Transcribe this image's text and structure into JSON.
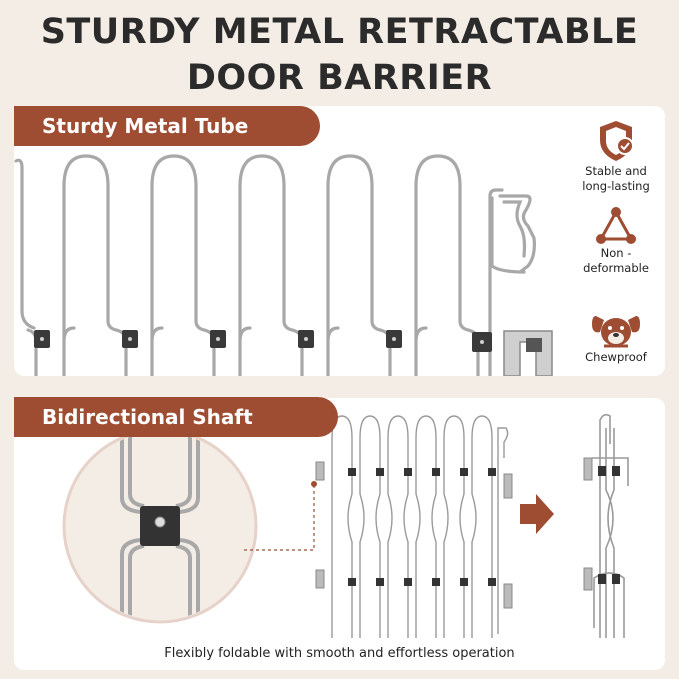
{
  "title": {
    "line1": "STURDY METAL RETRACTABLE",
    "line2": "DOOR BARRIER"
  },
  "sections": {
    "top_label": "Sturdy Metal Tube",
    "bottom_label": "Bidirectional Shaft"
  },
  "features": [
    {
      "icon": "shield-check-icon",
      "line1": "Stable and",
      "line2": "long-lasting"
    },
    {
      "icon": "triangle-nodes-icon",
      "line1": "Non -",
      "line2": "deformable"
    },
    {
      "icon": "dog-face-icon",
      "line1": "Chewproof",
      "line2": ""
    }
  ],
  "caption": "Flexibly foldable with smooth and effortless operation",
  "colors": {
    "accent": "#9e4c32",
    "background": "#f3ede6",
    "metal": "#9a9a9a",
    "connector": "#3a3a3a"
  }
}
